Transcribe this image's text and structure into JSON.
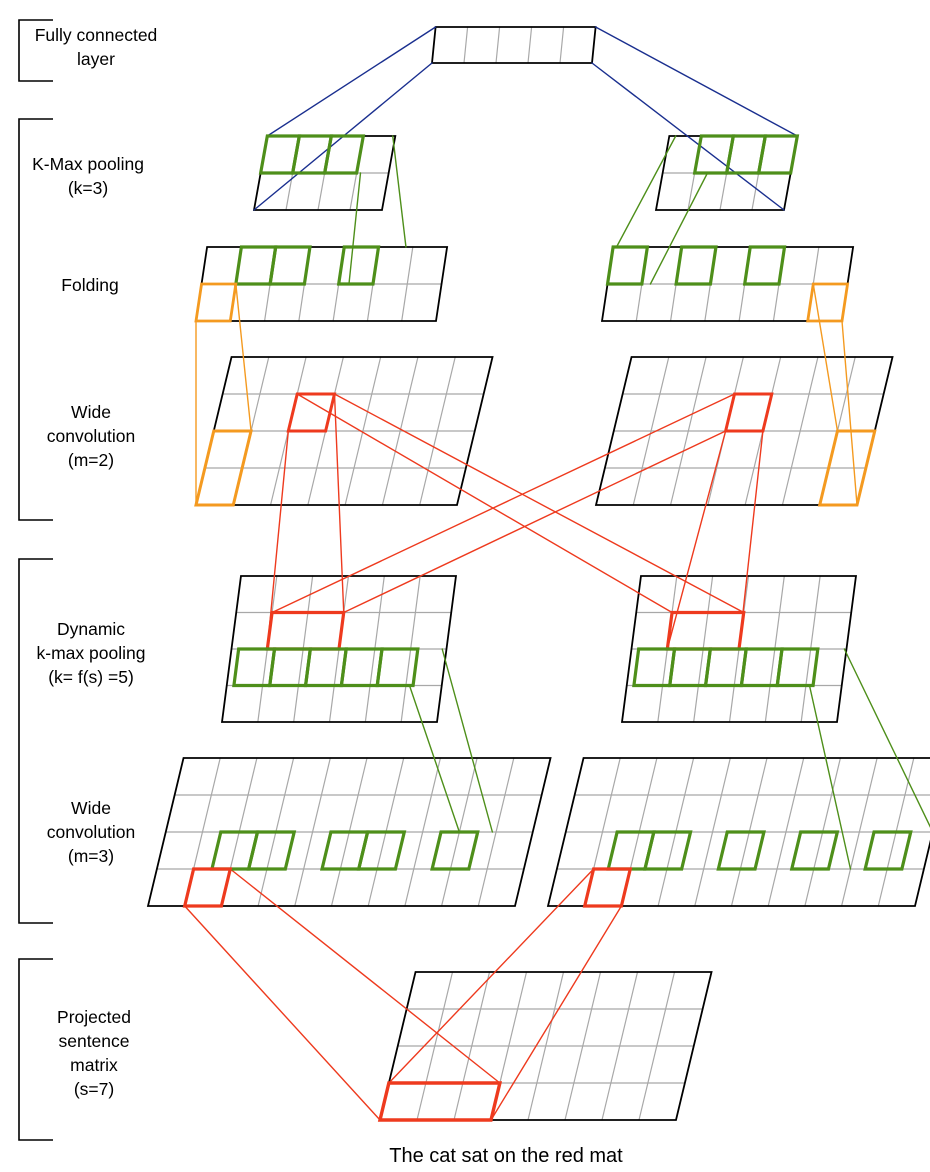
{
  "labels": {
    "fully_connected": [
      "Fully connected",
      "layer"
    ],
    "kmax_pooling": [
      "K-Max pooling",
      "(k=3)"
    ],
    "folding": [
      "Folding"
    ],
    "wide_conv_top": [
      "Wide",
      "convolution",
      "(m=2)"
    ],
    "dynamic_kmax": [
      "Dynamic",
      "k-max pooling",
      "(k= f(s) =5)"
    ],
    "wide_conv_bottom": [
      "Wide",
      "convolution",
      "(m=3)"
    ],
    "projected": [
      "Projected",
      "sentence",
      "matrix",
      "(s=7)"
    ]
  },
  "caption": "The cat sat on the red mat",
  "colors": {
    "grid_outline": "#000000",
    "grid_inner": "#a8a8a8",
    "fully_connected_links": "#1a2f8f",
    "kmax_highlight": "#4e8f1a",
    "folding_highlight": "#f49a20",
    "conv_highlight": "#ee3a1e"
  }
}
